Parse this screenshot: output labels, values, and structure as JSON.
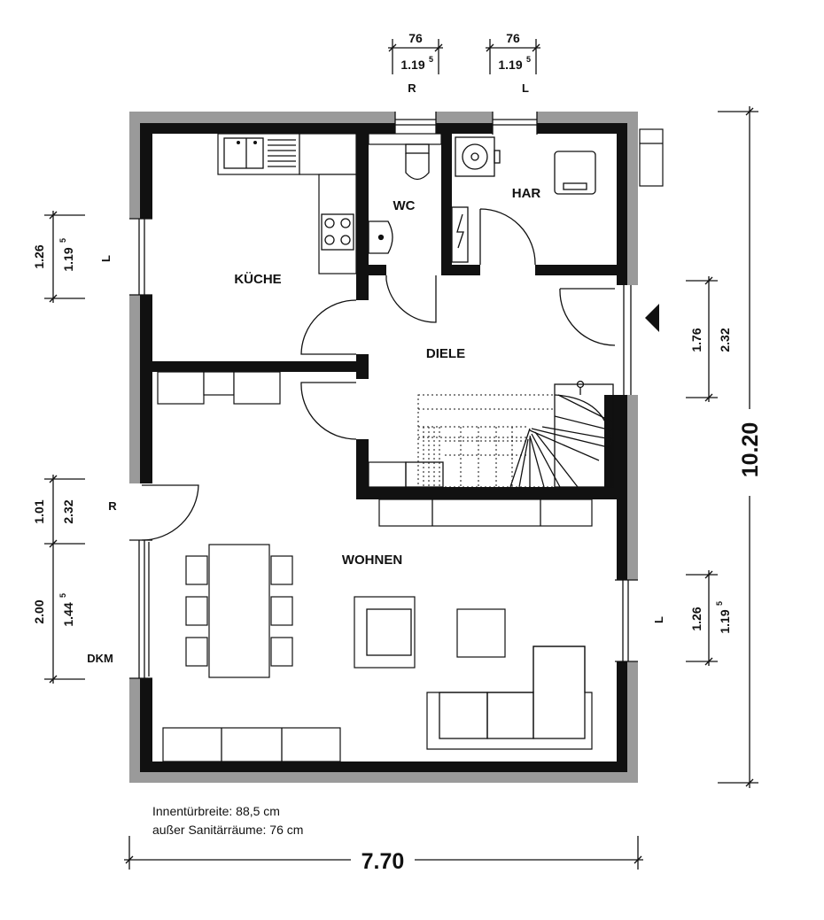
{
  "rooms": {
    "kueche": "KÜCHE",
    "wc": "WC",
    "har": "HAR",
    "diele": "DIELE",
    "wohnen": "WOHNEN"
  },
  "top_windows": [
    {
      "width": "76",
      "height": "1.19",
      "height_sup": "5",
      "side": "R"
    },
    {
      "width": "76",
      "height": "1.19",
      "height_sup": "5",
      "side": "L"
    }
  ],
  "left_dims": {
    "kitchen_window": {
      "width": "1.26",
      "height": "1.19",
      "height_sup": "5",
      "side": "L"
    },
    "door": {
      "width": "1.01",
      "height": "2.32",
      "side": "R"
    },
    "patio_window": {
      "width": "2.00",
      "height": "1.44",
      "height_sup": "5",
      "side": "DKM"
    }
  },
  "right_dims": {
    "entrance": {
      "width": "1.76",
      "height": "2.32"
    },
    "living_window": {
      "width": "1.26",
      "height": "1.19",
      "height_sup": "5",
      "side": "L"
    },
    "total_depth": "10.20"
  },
  "bottom": {
    "total_width": "7.70",
    "note_line1": "Innentürbreite: 88,5 cm",
    "note_line2": "außer Sanitärräume: 76 cm"
  },
  "icons": [
    "entrance-arrow-icon",
    "boiler-icon",
    "electric-panel-icon",
    "sink-icon",
    "stove-icon",
    "toilet-icon"
  ]
}
